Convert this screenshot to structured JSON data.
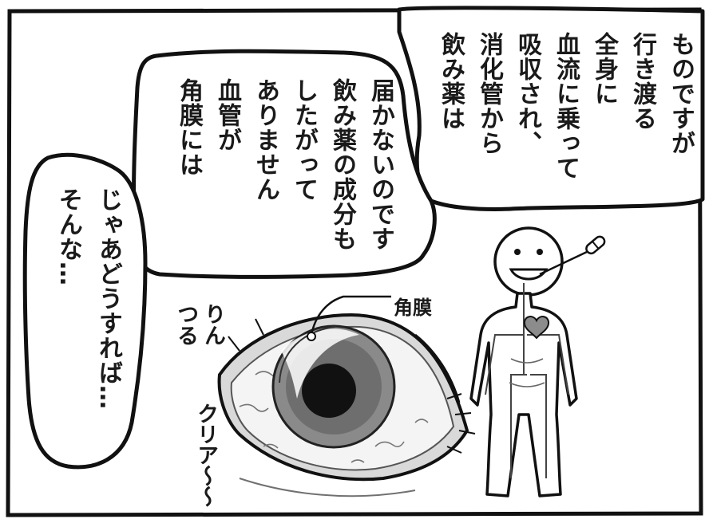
{
  "bubbles": {
    "absorption": {
      "lines": [
        "飲み薬は",
        "消化管から",
        "吸収され、",
        "血流に乗って",
        "全身に",
        "行き渡る",
        "ものですが"
      ]
    },
    "cornea_explained": {
      "lines": [
        "角膜には",
        "血管が",
        "ありません",
        "したがって",
        "飲み薬の成分も",
        "届かないのです"
      ]
    },
    "reaction": {
      "lines": [
        "そんな…",
        "じゃあどうすれば…"
      ]
    }
  },
  "illustration": {
    "cornea_label": "角膜",
    "sfx_shine": [
      "つる",
      "りん"
    ],
    "sfx_clear": "クリア〜〜"
  }
}
